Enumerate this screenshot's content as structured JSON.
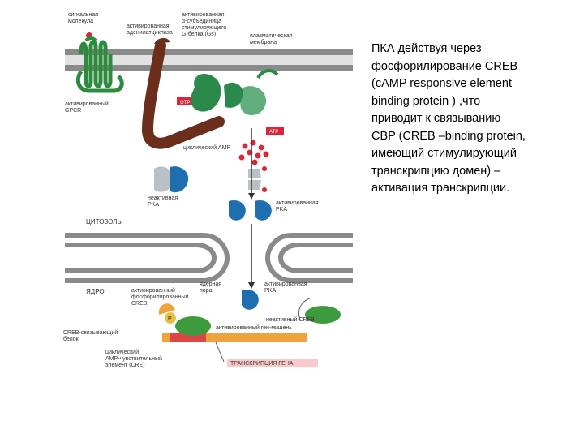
{
  "diagram": {
    "labels": {
      "signal_molecule": [
        "сигнальная",
        "молекула"
      ],
      "activated_adenylate_cyclase": [
        "активированная",
        "аденилатциклаза"
      ],
      "activated_gs_alpha": [
        "активированная",
        "α-субъединица",
        "стимулирующего",
        "G-белка (Gs)"
      ],
      "plasma_membrane": [
        "плазматическая",
        "мембрана"
      ],
      "activated_gpcr": [
        "активированный",
        "GPCR"
      ],
      "gtp": "GTP",
      "atp": "ATP",
      "camp": "циклический AMP",
      "inactive_pka": [
        "неактивная",
        "PKA"
      ],
      "activated_pka_top": [
        "активированная",
        "PKA"
      ],
      "cytosol": "ЦИТОЗОЛЬ",
      "nucleus": "ЯДРО",
      "nuclear_pore": [
        "ядерная",
        "пора"
      ],
      "activated_pka_nucleus": [
        "активированная",
        "PKA"
      ],
      "phosphorylated_creb": [
        "активированный",
        "фосфорилированный",
        "CREB"
      ],
      "inactive_creb": "неактивный CREB",
      "p": "P",
      "creb_binding_protein": [
        "CREB-связывающий",
        "белок"
      ],
      "activated_target_gene": "активированный ген-мишень",
      "cre": [
        "циклический",
        "AMP-чувствительный",
        "элемент (CRE)"
      ],
      "gene_transcription": "ТРАНСКРИПЦИЯ ГЕНА"
    },
    "colors": {
      "membrane": "#8a8a8a",
      "gpcr": "#2e8b3e",
      "gs_alpha": "#6b2e1a",
      "cyclase": "#2b8a4b",
      "pka_regulatory": "#b9c1c7",
      "pka_catalytic": "#1f6fb0",
      "camp": "#d8263a",
      "creb": "#3d9a3d",
      "gene": "#f0a33c",
      "cre": "#e04545"
    }
  },
  "side_text": {
    "lines": [
      "ПКА действуя через",
      "фосфорилирование CREB",
      "(cAMP responsive element",
      "binding protein ) ,что",
      "приводит к связыванию",
      "CBP (CREB –binding protein,",
      "имеющий стимулирующий",
      "транскрипцию домен) –",
      "активация транскрипции."
    ]
  }
}
